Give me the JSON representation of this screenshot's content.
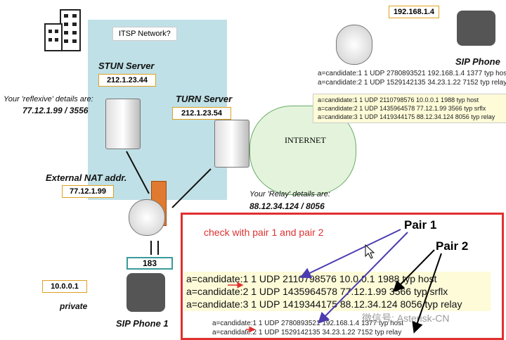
{
  "itsp_label": "ITSP Network?",
  "stun": {
    "title": "STUN Server",
    "ip": "212.1.23.44"
  },
  "turn": {
    "title": "TURN Server",
    "ip": "212.1.23.54"
  },
  "reflexive": {
    "label": "Your 'reflexive' details are:",
    "value": "77.12.1.99 / 3556"
  },
  "nat": {
    "label": "External NAT addr.",
    "ip": "77.12.1.99"
  },
  "internet": "INTERNET",
  "relay": {
    "label": "Your 'Relay' details are:",
    "value": "88.12.34.124 / 8056"
  },
  "code183": "183",
  "local": {
    "ip": "10.0.0.1",
    "label": "private",
    "phone": "SIP Phone 1"
  },
  "remote": {
    "ip": "192.168.1.4",
    "phone": "SIP Phone"
  },
  "remote_candidates": [
    "a=candidate:1 1 UDP 2780893521 192.168.1.4 1377 typ host",
    "a=candidate:2 1 UDP 1529142135 34.23.1.22 7152 typ relay"
  ],
  "local_candidates": [
    "a=candidate:1 1 UDP 2110798576 10.0.0.1 1988 typ host",
    "a=candidate:2 1 UDP 1435964578 77.12.1.99 3566 typ srflx",
    "a=candidate:3 1 UDP 1419344175 88.12.34.124 8056 typ relay"
  ],
  "callout": {
    "note": "check with pair 1 and pair 2",
    "pair1": "Pair 1",
    "pair2": "Pair 2"
  },
  "watermark": "微信号: Asterisk-CN",
  "colors": {
    "network_bg": "#bfe0e6",
    "highlight": "#fdfbd8",
    "callout_border": "#e03030",
    "pair1_arrow": "#4a3cb0",
    "pair2_arrow": "#000000"
  }
}
